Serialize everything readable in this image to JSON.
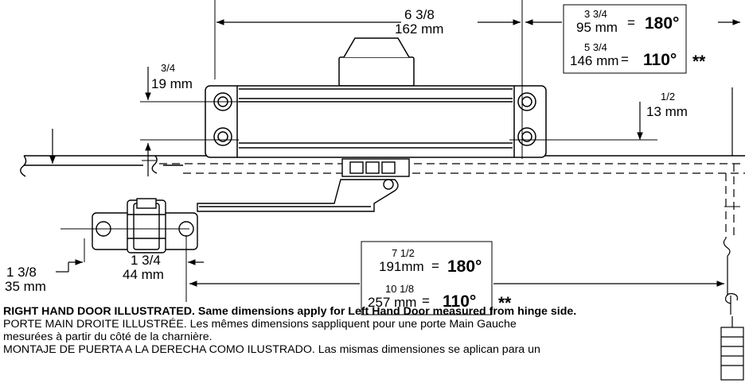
{
  "dimensions": {
    "overall_width": {
      "fraction": "6 3/8",
      "metric": "162 mm"
    },
    "top_offset": {
      "fraction": "3/4",
      "metric": "19 mm"
    },
    "right_offset": {
      "fraction": "1/2",
      "metric": "13 mm"
    },
    "arm_left": {
      "fraction": "1 3/8",
      "metric": "35 mm"
    },
    "arm_shoe": {
      "fraction": "1 3/4",
      "metric": "44 mm"
    }
  },
  "table_top": {
    "row1": {
      "fraction": "3 3/4",
      "metric": "95 mm",
      "equals": "=",
      "angle": "180°"
    },
    "row2": {
      "fraction": "5 3/4",
      "metric": "146 mm",
      "equals": "=",
      "angle": "110°"
    },
    "note": "**"
  },
  "table_bottom": {
    "row1": {
      "fraction": "7 1/2",
      "metric": "191mm",
      "equals": "=",
      "angle": "180°"
    },
    "row2": {
      "fraction": "10 1/8",
      "metric": "257 mm",
      "equals": "=",
      "angle": "110°"
    },
    "note": "**"
  },
  "caption": {
    "en": "RIGHT HAND DOOR ILLUSTRATED. Same dimensions apply for Left Hand Door measured from hinge side.",
    "fr_line1": "PORTE MAIN DROITE ILLUSTRÉE. Les mêmes dimensions sappliquent pour une porte Main Gauche",
    "fr_line2": "mesurées à partir du côté de la charnière.",
    "es_line1": "MONTAJE DE PUERTA A LA DERECHA COMO ILUSTRADO. Las mismas dimensiones se aplican para un"
  }
}
